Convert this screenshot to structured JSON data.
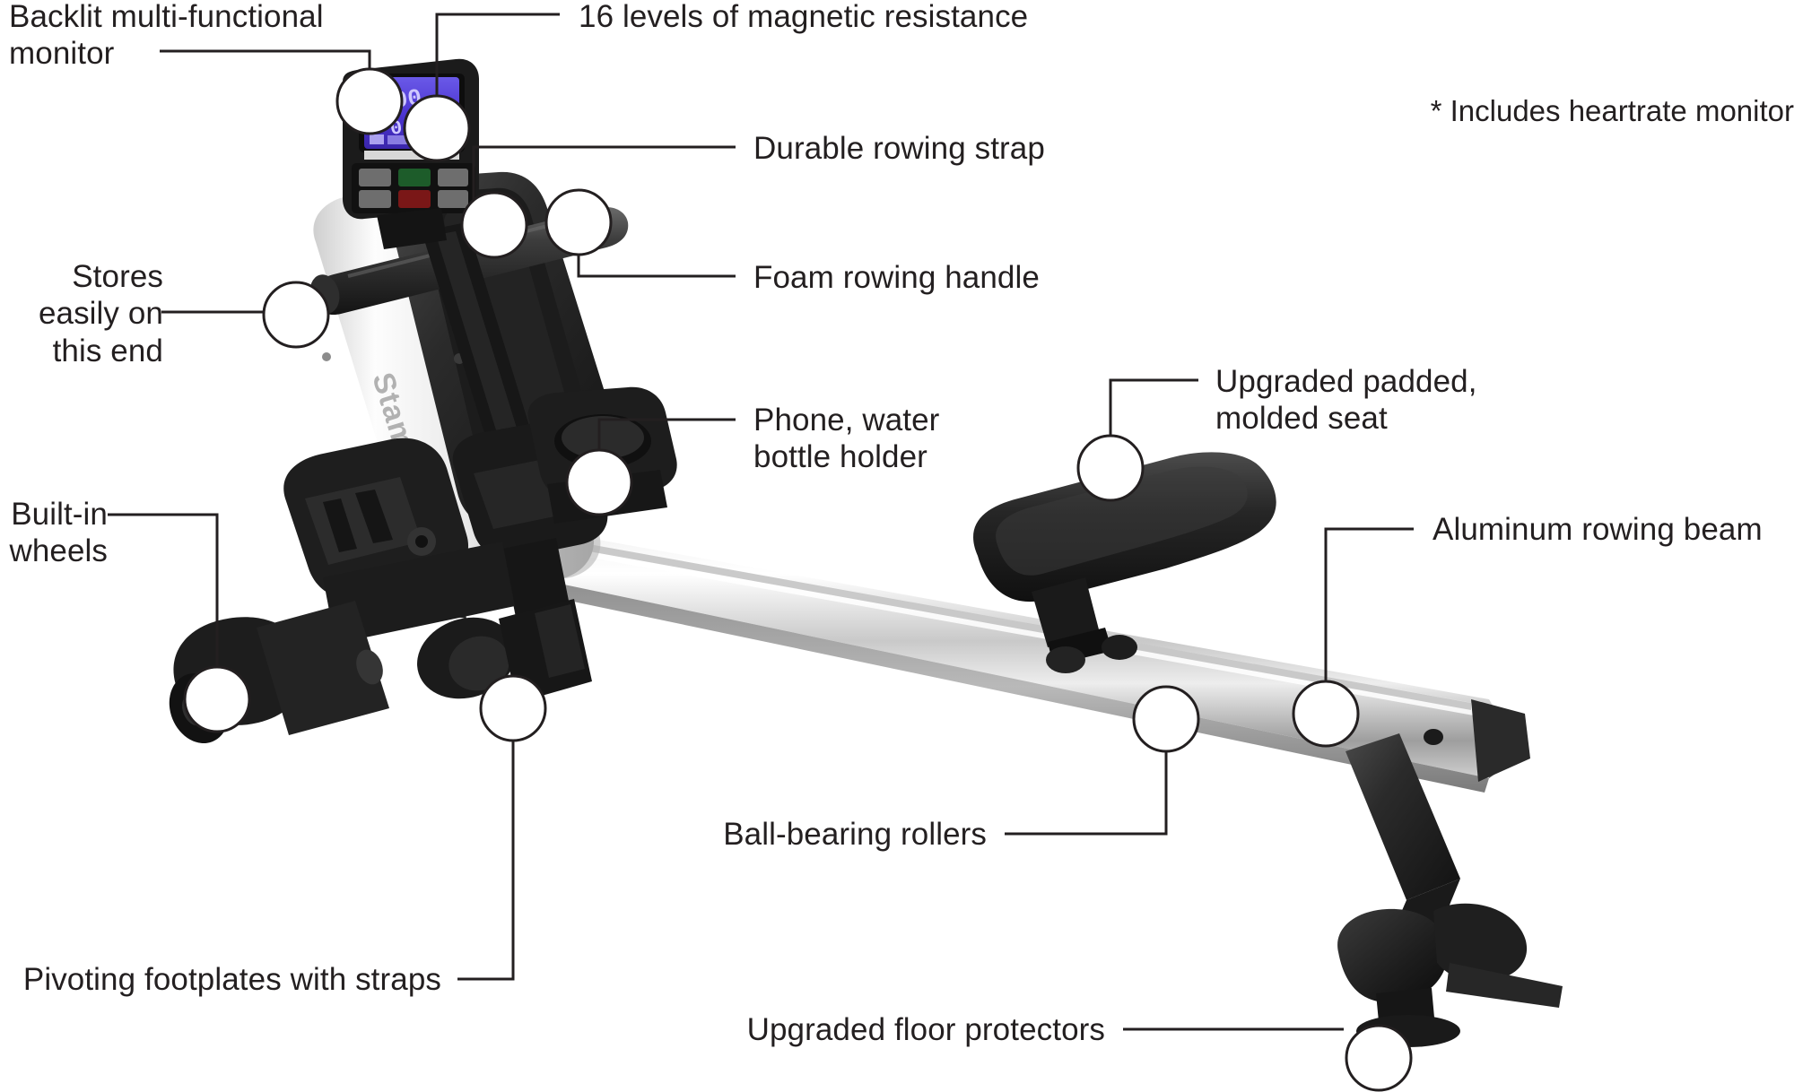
{
  "figure": {
    "subject": "Stamina magnetic rowing machine feature callout diagram",
    "brand_text": "Stamina",
    "background_color": "#ffffff",
    "line_color": "#231f20",
    "monitor_screen_color": "#4630c8"
  },
  "note": {
    "text": "* Includes heartrate monitor"
  },
  "callouts": [
    {
      "id": "monitor",
      "text": "Backlit multi-functional\nmonitor"
    },
    {
      "id": "resistance",
      "text": "16 levels of magnetic resistance"
    },
    {
      "id": "strap",
      "text": "Durable rowing strap"
    },
    {
      "id": "handle",
      "text": "Foam rowing handle"
    },
    {
      "id": "stores",
      "text": "Stores easily on\nthis end"
    },
    {
      "id": "holder",
      "text": "Phone, water\nbottle holder"
    },
    {
      "id": "seat",
      "text": "Upgraded padded,\nmolded seat"
    },
    {
      "id": "wheels",
      "text": "Built-in\nwheels"
    },
    {
      "id": "beam",
      "text": "Aluminum rowing beam"
    },
    {
      "id": "rollers",
      "text": "Ball-bearing rollers"
    },
    {
      "id": "footplates",
      "text": "Pivoting footplates with straps"
    },
    {
      "id": "floor",
      "text": "Upgraded floor protectors"
    }
  ]
}
